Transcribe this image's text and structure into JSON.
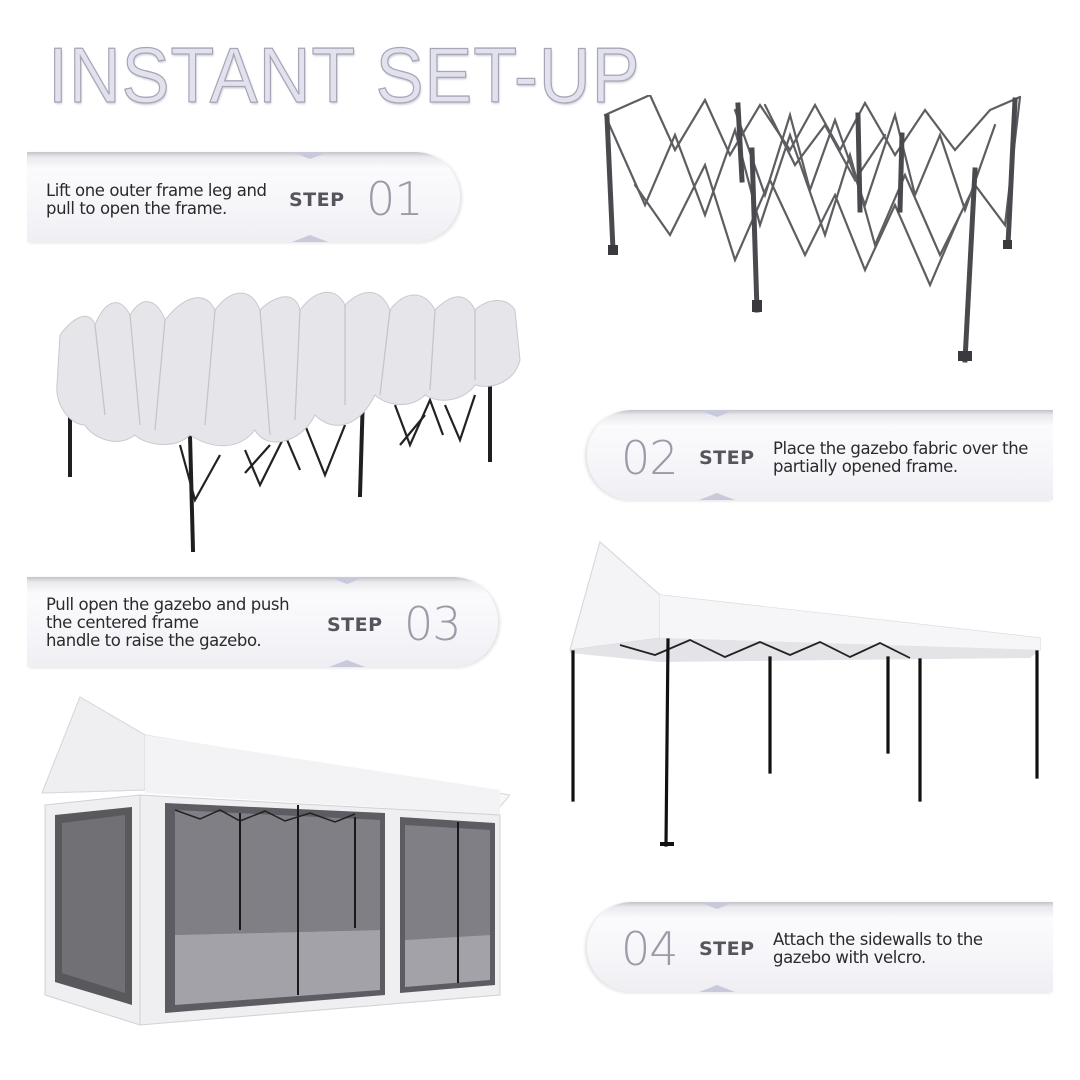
{
  "header": {
    "title": "INSTANT SET-UP"
  },
  "steps": [
    {
      "label": "STEP",
      "number": "01",
      "text": "Lift one outer frame leg and\npull to open the frame."
    },
    {
      "label": "STEP",
      "number": "02",
      "text": "Place the gazebo fabric over the\npartially opened frame."
    },
    {
      "label": "STEP",
      "number": "03",
      "text": "Pull open the gazebo and push\nthe centered frame\nhandle to raise the gazebo."
    },
    {
      "label": "STEP",
      "number": "04",
      "text": "Attach the sidewalls to the\ngazebo with velcro."
    }
  ],
  "images": [
    {
      "name": "partially-opened-frame",
      "alt": "Steel accordion frame partially opened"
    },
    {
      "name": "fabric-over-frame",
      "alt": "Gazebo fabric draped over partially opened frame"
    },
    {
      "name": "raised-gazebo",
      "alt": "Fully raised white gazebo canopy on black legs"
    },
    {
      "name": "gazebo-with-sidewalls",
      "alt": "Gazebo with mesh sidewalls attached"
    }
  ],
  "colors": {
    "title_fill": "#e2e2ee",
    "title_stroke": "#a6a6b6",
    "pill_bg": "#f6f6fa",
    "notch": "#c9c9dc",
    "step_number": "#9a9aa8",
    "step_label": "#55555e",
    "text": "#2a2a2a"
  }
}
